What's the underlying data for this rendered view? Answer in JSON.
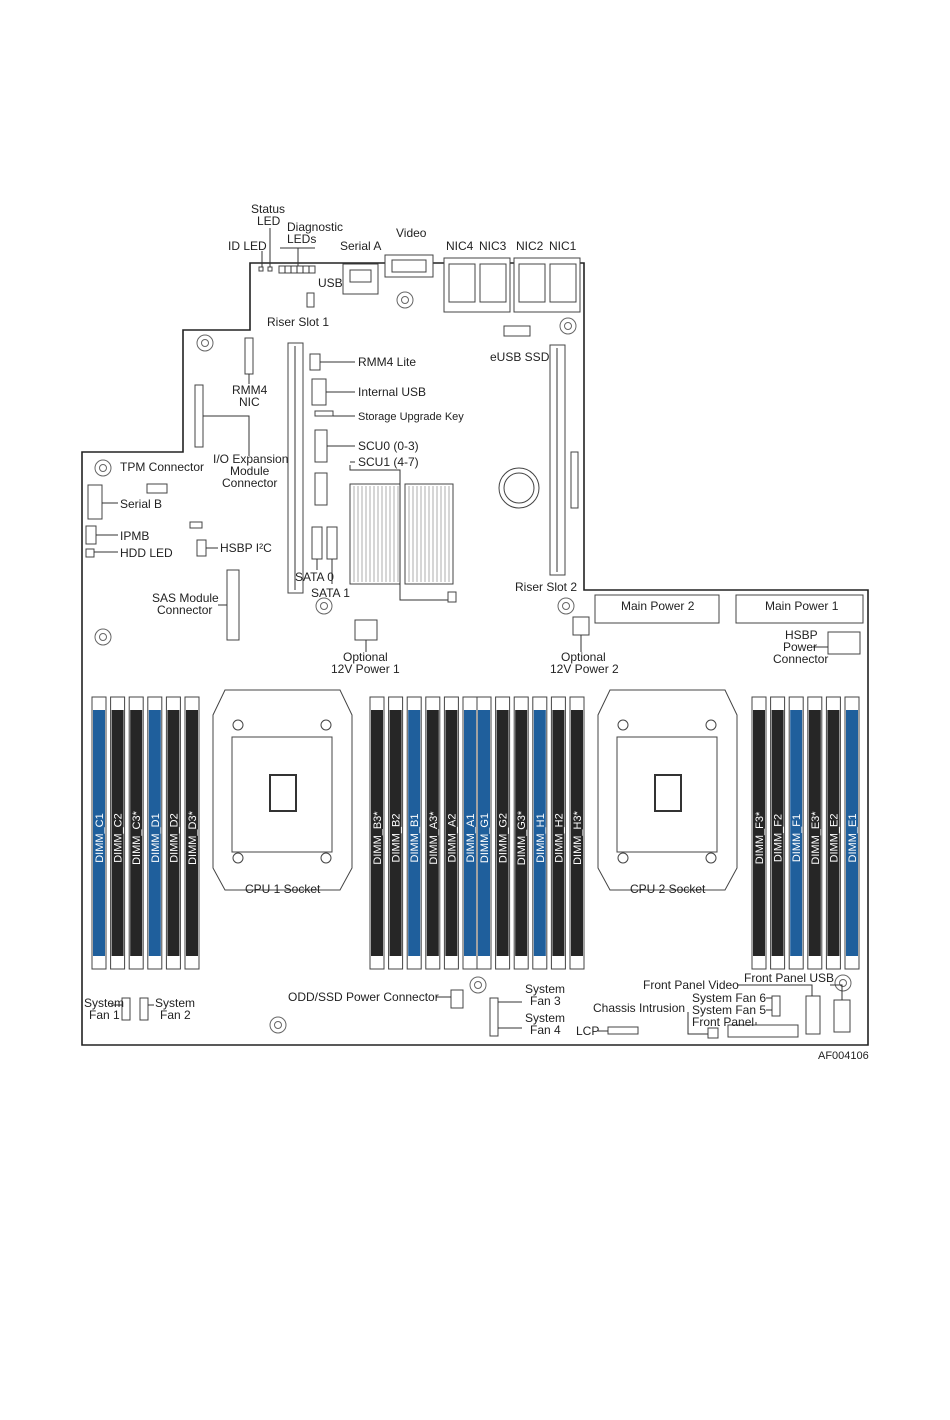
{
  "labels": {
    "status_led_1": "Status",
    "status_led_2": "LED",
    "diag_1": "Diagnostic",
    "diag_2": "LEDs",
    "id_led": "ID LED",
    "serial_a": "Serial A",
    "video": "Video",
    "nic4": "NIC4",
    "nic3": "NIC3",
    "nic2": "NIC2",
    "nic1": "NIC1",
    "usb": "USB",
    "riser_slot_1": "Riser Slot 1",
    "rmm4_lite": "RMM4 Lite",
    "esub_ssd": "eUSB SSD",
    "rmm4_nic_1": "RMM4",
    "rmm4_nic_2": "NIC",
    "internal_usb": "Internal USB",
    "storage_upgrade_key": "Storage Upgrade Key",
    "scu0": "SCU0 (0-3)",
    "scu1": "SCU1 (4-7)",
    "io_exp_1": "I/O Expansion",
    "io_exp_2": "Module",
    "io_exp_3": "Connector",
    "tpm_connector": "TPM Connector",
    "serial_b": "Serial B",
    "ipmb": "IPMB",
    "hdd_led": "HDD LED",
    "hsbp_i2c": "HSBP I²C",
    "sata0": "SATA 0",
    "sata1": "SATA 1",
    "riser_slot_2": "Riser Slot 2",
    "main_power_2": "Main Power 2",
    "main_power_1": "Main Power 1",
    "sas_1": "SAS Module",
    "sas_2": "Connector",
    "opt12v1_1": "Optional",
    "opt12v1_2": "12V Power 1",
    "opt12v2_1": "Optional",
    "opt12v2_2": "12V Power 2",
    "hsbp_power_1": "HSBP",
    "hsbp_power_2": "Power",
    "hsbp_power_3": "Connector",
    "cpu1_socket": "CPU 1 Socket",
    "cpu2_socket": "CPU 2 Socket",
    "front_panel_usb": "Front Panel USB",
    "front_panel_video": "Front Panel Video",
    "system_fan_6": "System Fan 6",
    "system_fan_5": "System Fan 5",
    "front_panel": "Front Panel",
    "chassis_intrusion": "Chassis Intrusion",
    "lcp": "LCP",
    "odd_ssd": "ODD/SSD Power Connector",
    "sys_fan1_1": "System",
    "sys_fan1_2": "Fan 1",
    "sys_fan2_1": "System",
    "sys_fan2_2": "Fan 2",
    "sys_fan3_1": "System",
    "sys_fan3_2": "Fan 3",
    "sys_fan4_1": "System",
    "sys_fan4_2": "Fan 4",
    "figure_id": "AF004106"
  },
  "dimm_groups": [
    {
      "name": "cpu1-left",
      "slots": [
        {
          "label": "DIMM_C1",
          "color": "blue"
        },
        {
          "label": "DIMM_C2",
          "color": "black"
        },
        {
          "label": "DIMM_C3*",
          "color": "black"
        },
        {
          "label": "DIMM_D1",
          "color": "blue"
        },
        {
          "label": "DIMM_D2",
          "color": "black"
        },
        {
          "label": "DIMM_D3*",
          "color": "black"
        }
      ]
    },
    {
      "name": "cpu1-right",
      "slots": [
        {
          "label": "DIMM_B3*",
          "color": "black"
        },
        {
          "label": "DIMM_B2",
          "color": "black"
        },
        {
          "label": "DIMM_B1",
          "color": "blue"
        },
        {
          "label": "DIMM_A3*",
          "color": "black"
        },
        {
          "label": "DIMM_A2",
          "color": "black"
        },
        {
          "label": "DIMM_A1",
          "color": "blue"
        }
      ]
    },
    {
      "name": "cpu2-left",
      "slots": [
        {
          "label": "DIMM_G1",
          "color": "blue"
        },
        {
          "label": "DIMM_G2",
          "color": "black"
        },
        {
          "label": "DIMM_G3*",
          "color": "black"
        },
        {
          "label": "DIMM_H1",
          "color": "blue"
        },
        {
          "label": "DIMM_H2",
          "color": "black"
        },
        {
          "label": "DIMM_H3*",
          "color": "black"
        }
      ]
    },
    {
      "name": "cpu2-right",
      "slots": [
        {
          "label": "DIMM_F3*",
          "color": "black"
        },
        {
          "label": "DIMM_F2",
          "color": "black"
        },
        {
          "label": "DIMM_F1",
          "color": "blue"
        },
        {
          "label": "DIMM_E3*",
          "color": "black"
        },
        {
          "label": "DIMM_E2",
          "color": "black"
        },
        {
          "label": "DIMM_E1",
          "color": "blue"
        }
      ]
    }
  ],
  "colors": {
    "dimm_blue": "#1f5f9c",
    "dimm_black": "#262626",
    "outline": "#222222",
    "text": "#222222"
  }
}
